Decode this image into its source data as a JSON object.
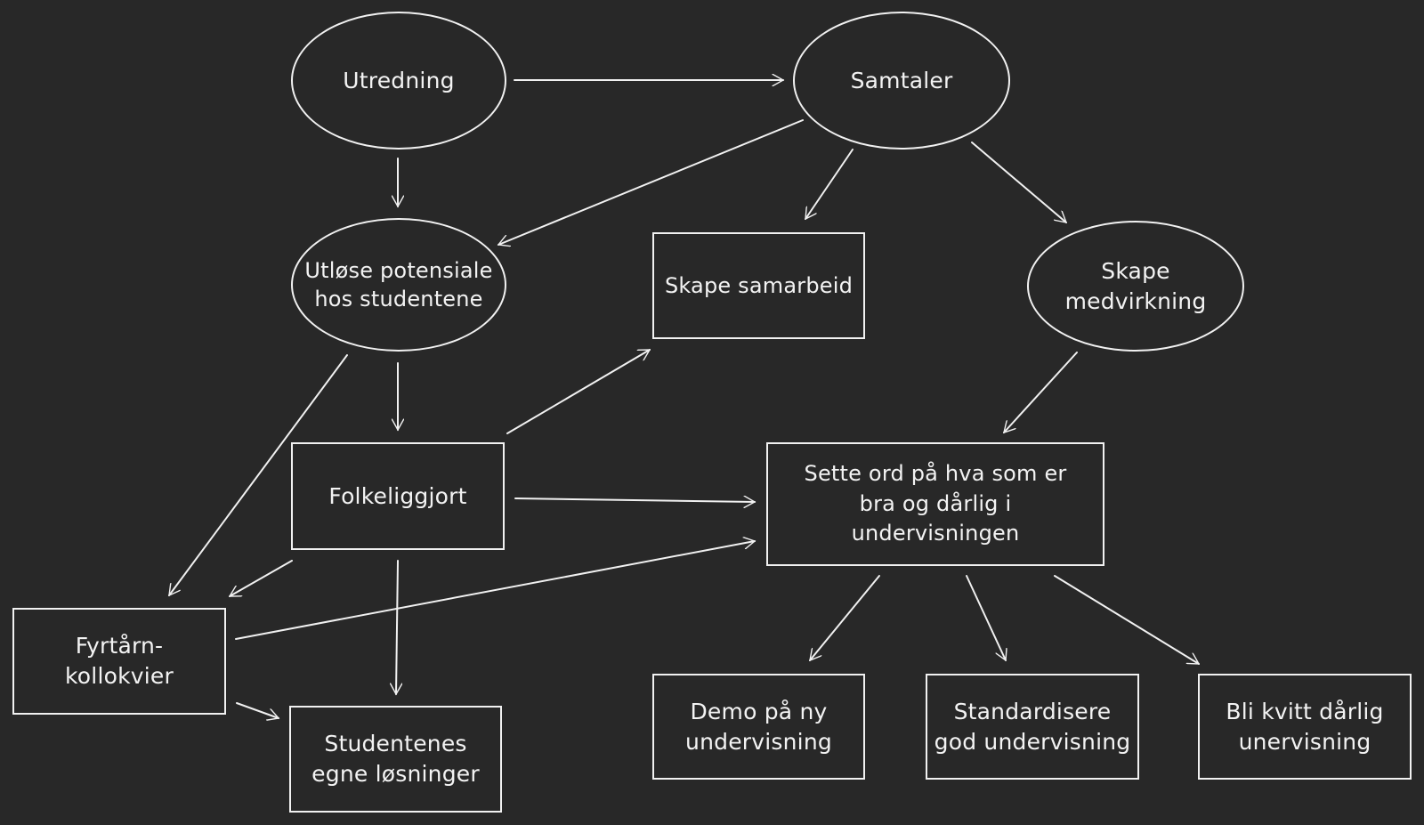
{
  "nodes": {
    "utredning": "Utredning",
    "samtaler": "Samtaler",
    "utlose": "Utløse potensiale\nhos studentene",
    "skape_samarbeid": "Skape samarbeid",
    "skape_medvirkning": "Skape\nmedvirkning",
    "folkeliggjort": "Folkeliggjort",
    "sette_ord": "Sette ord på hva som er\nbra og dårlig i\nundervisningen",
    "fyrtarn": "Fyrtårn-\nkollokvier",
    "studentenes": "Studentenes\negne løsninger",
    "demo": "Demo på ny\nundervisning",
    "standardisere": "Standardisere\ngod undervisning",
    "bli_kvitt": "Bli kvitt dårlig\nunervisning"
  },
  "colors": {
    "background": "#282828",
    "stroke": "#f1f1f1",
    "text": "#f3f3f3"
  }
}
